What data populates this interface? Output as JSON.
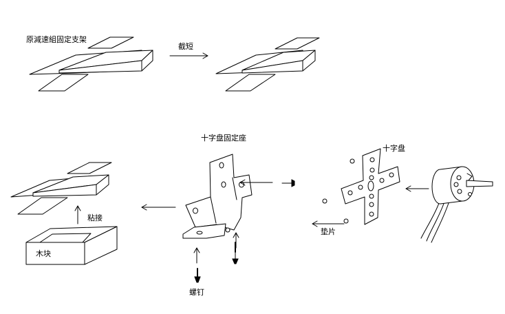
{
  "labels": {
    "original_bracket": "原減速組固定支架",
    "shorten": "截短",
    "cross_mount": "十字盘固定座",
    "cross_disc": "十字盘",
    "glue": "粘接",
    "wood_block": "木块",
    "washer": "垫片",
    "screw": "螺钉"
  }
}
